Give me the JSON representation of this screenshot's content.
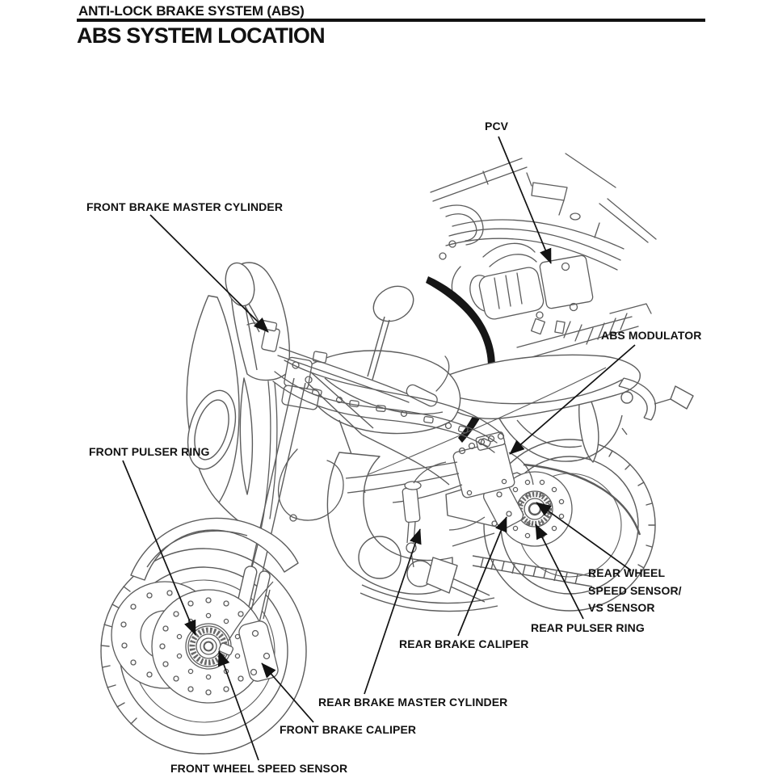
{
  "header": {
    "kicker": "ANTI-LOCK BRAKE SYSTEM (ABS)",
    "title": "ABS SYSTEM LOCATION"
  },
  "diagram": {
    "ink_color": "#121212",
    "art_color": "#5c5c5c",
    "labels": {
      "pcv": "PCV",
      "front_brake_master_cylinder": "FRONT BRAKE MASTER CYLINDER",
      "abs_modulator": "ABS MODULATOR",
      "front_pulser_ring": "FRONT PULSER RING",
      "rear_wheel_speed_sensor": "REAR WHEEL\nSPEED SENSOR/\nVS SENSOR",
      "rear_pulser_ring": "REAR PULSER RING",
      "rear_brake_caliper": "REAR BRAKE CALIPER",
      "rear_brake_master_cylinder": "REAR BRAKE MASTER CYLINDER",
      "front_brake_caliper": "FRONT BRAKE CALIPER",
      "front_wheel_speed_sensor": "FRONT WHEEL SPEED SENSOR"
    }
  }
}
